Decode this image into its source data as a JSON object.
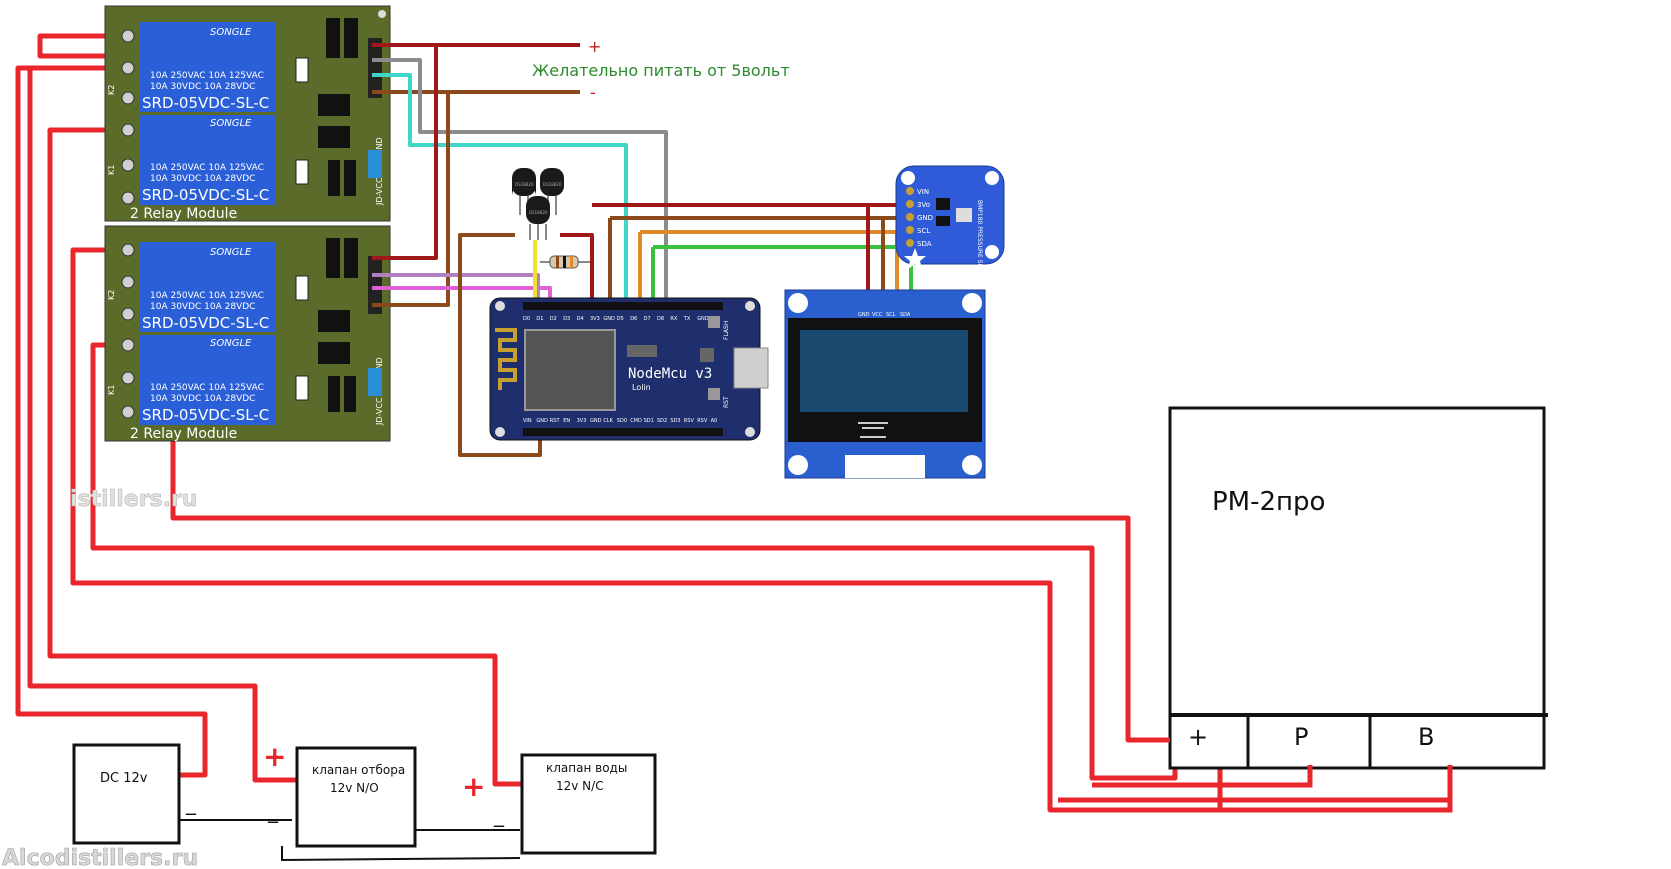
{
  "power_note": {
    "plus": "+",
    "text": "Желательно питать от 5вольт",
    "minus": "-"
  },
  "relay_modules": [
    {
      "relays": [
        {
          "brand": "SONGLE",
          "rating1": "10A 250VAC  10A 125VAC",
          "rating2": "10A 30VDC  10A 28VDC",
          "model": "SRD-05VDC-SL-C"
        },
        {
          "brand": "SONGLE",
          "rating1": "10A 250VAC  10A 125VAC",
          "rating2": "10A 30VDC  10A 28VDC",
          "model": "SRD-05VDC-SL-C"
        }
      ],
      "module_label": "2 Relay Module",
      "pins_label": "JD-VCC VCC GND",
      "channel_labels": [
        "K1",
        "K2"
      ]
    },
    {
      "relays": [
        {
          "brand": "SONGLE",
          "rating1": "10A 250VAC  10A 125VAC",
          "rating2": "10A 30VDC  10A 28VDC",
          "model": "SRD-05VDC-SL-C"
        },
        {
          "brand": "SONGLE",
          "rating1": "10A 250VAC  10A 125VAC",
          "rating2": "10A 30VDC  10A 28VDC",
          "model": "SRD-05VDC-SL-C"
        }
      ],
      "module_label": "2 Relay Module",
      "pins_label": "JD-VCC VCC GND",
      "channel_labels": [
        "K1",
        "K2"
      ]
    }
  ],
  "sensors": [
    "DS18B20",
    "DS18B20",
    "DS18B20"
  ],
  "nodemcu": {
    "name": "NodeMcu v3",
    "maker": "Lolin",
    "top_pins": [
      "D0",
      "D1",
      "D2",
      "D3",
      "D4",
      "3V3",
      "GND",
      "D5",
      "D6",
      "D7",
      "D8",
      "RX",
      "TX",
      "GND",
      "3V3"
    ],
    "bottom_pins": [
      "VIN",
      "GND",
      "RST",
      "EN",
      "3V3",
      "GND",
      "CLK",
      "SD0",
      "CMD",
      "SD1",
      "SD2",
      "SD3",
      "RSV",
      "RSV",
      "A0"
    ],
    "flash_label": "FLASH",
    "rst_label": "RST"
  },
  "bmp180": {
    "pins": [
      "VIN",
      "3Vo",
      "GND",
      "SCL",
      "SDA"
    ],
    "title": "BMP180 PRESSURE SENSOR"
  },
  "oled": {
    "pins": [
      "GND",
      "VCC",
      "SCL",
      "SDA"
    ]
  },
  "watermarks": {
    "middle": "istillers.ru",
    "bottom": "Alcodistillers.ru"
  },
  "dc_supply": {
    "label": "DC 12v",
    "minus": "_"
  },
  "valve_take": {
    "line1": "клапан  отбора",
    "line2": "12v   N/O",
    "plus": "+",
    "minus": "_"
  },
  "valve_water": {
    "line1": "клапан  воды",
    "line2": "12v  N/C",
    "plus": "+",
    "minus": "_"
  },
  "regulator": {
    "title": "РМ-2про",
    "terminals": [
      "+",
      "P",
      "B"
    ]
  },
  "colors": {
    "wire_red": "#e8262b",
    "wire_darkred": "#a01818",
    "wire_gray": "#8c8c8c",
    "wire_cyan": "#3fd6c8",
    "wire_brown": "#8a4a1c",
    "wire_orange": "#e08a2a",
    "wire_green": "#3cbf3c",
    "wire_pink": "#e060d8",
    "wire_yellow": "#f0e030",
    "relay_board": "#5a6b2a",
    "relay_blue": "#2a5fd8",
    "nodemcu_board": "#1f2f6e",
    "bmp_board": "#2f5bd8",
    "oled_board": "#2a5fd0",
    "oled_screen": "#1a4a70"
  }
}
